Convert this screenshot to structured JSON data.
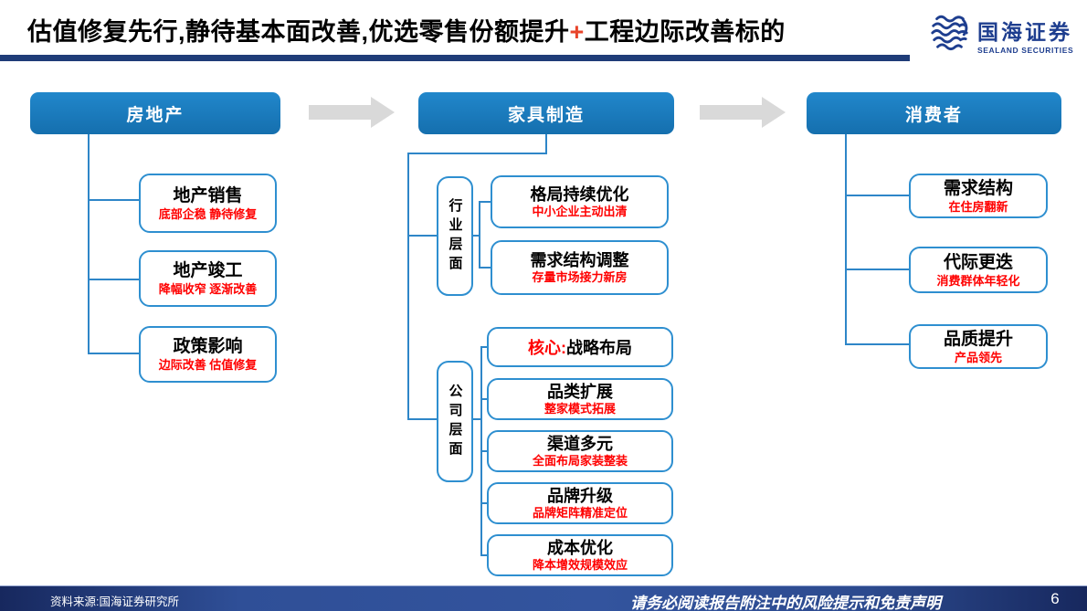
{
  "header": {
    "title_pre": "估值修复先行,静待基本面改善,优选零售份额提升",
    "title_plus": "+",
    "title_post": "工程边际改善标的",
    "logo_cn": "国海证券",
    "logo_en": "SEALAND SECURITIES"
  },
  "colors": {
    "stage_blue": "#1a7abc",
    "node_border_blue": "#2e8fd0",
    "connector_blue": "#2e86c8",
    "note_red": "#ff0000",
    "title_rule_navy": "#1f3c78",
    "footer_navy": "#2c4a8e",
    "arrow_gray": "#d9d9d9",
    "logo_blue": "#1e3e8f"
  },
  "flow": {
    "stages": [
      {
        "label": "房地产"
      },
      {
        "label": "家具制造"
      },
      {
        "label": "消费者"
      }
    ],
    "real_estate_factors": [
      {
        "title": "地产销售",
        "note": "底部企稳 静待修复"
      },
      {
        "title": "地产竣工",
        "note": "降幅收窄 逐渐改善"
      },
      {
        "title": "政策影响",
        "note": "边际改善 估值修复"
      }
    ],
    "industry_level": {
      "label": "行业层面",
      "items": [
        {
          "title": "格局持续优化",
          "note": "中小企业主动出清"
        },
        {
          "title": "需求结构调整",
          "note": "存量市场接力新房"
        }
      ]
    },
    "company_level": {
      "label": "公司层面",
      "core": {
        "prefix": "核心:",
        "title": "战略布局"
      },
      "items": [
        {
          "title": "品类扩展",
          "note": "整家模式拓展"
        },
        {
          "title": "渠道多元",
          "note": "全面布局家装整装"
        },
        {
          "title": "品牌升级",
          "note": "品牌矩阵精准定位"
        },
        {
          "title": "成本优化",
          "note": "降本增效规模效应"
        }
      ]
    },
    "consumer_factors": [
      {
        "title": "需求结构",
        "note": "在住房翻新"
      },
      {
        "title": "代际更迭",
        "note": "消费群体年轻化"
      },
      {
        "title": "品质提升",
        "note": "产品领先"
      }
    ]
  },
  "footer": {
    "source": "资料来源:国海证券研究所",
    "disclaimer": "请务必阅读报告附注中的风险提示和免责声明",
    "page": "6"
  }
}
